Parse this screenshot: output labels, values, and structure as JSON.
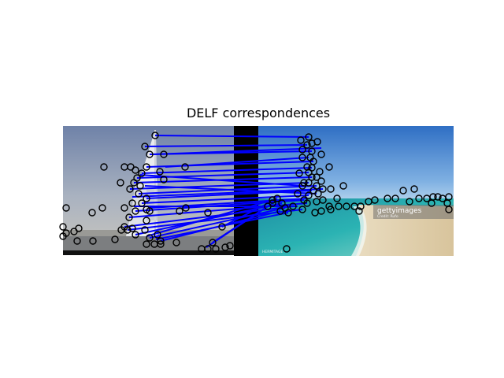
{
  "figure": {
    "title": "DELF correspondences"
  },
  "photos": {
    "right_watermark": "gettyimages",
    "right_watermark_sub": "Credit: Rufo",
    "right_corner_tag": "HERMITAGE"
  },
  "colors": {
    "match_line": "#0000ff",
    "keypoint": "#000000",
    "separator": "#000000"
  }
}
